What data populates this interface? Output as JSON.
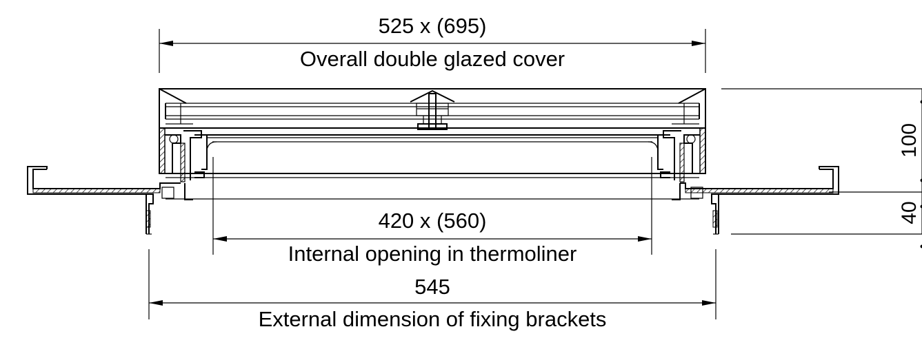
{
  "dimensions": {
    "overall_cover": {
      "value": "525 x (695)",
      "caption": "Overall double glazed cover"
    },
    "internal_opening": {
      "value": "420 x (560)",
      "caption": "Internal opening in thermoliner"
    },
    "fixing_brackets": {
      "value": "545",
      "caption": "External dimension of fixing brackets"
    },
    "height_cover": "100",
    "height_lower": "40"
  },
  "colors": {
    "line": "#000000",
    "background": "#ffffff"
  }
}
